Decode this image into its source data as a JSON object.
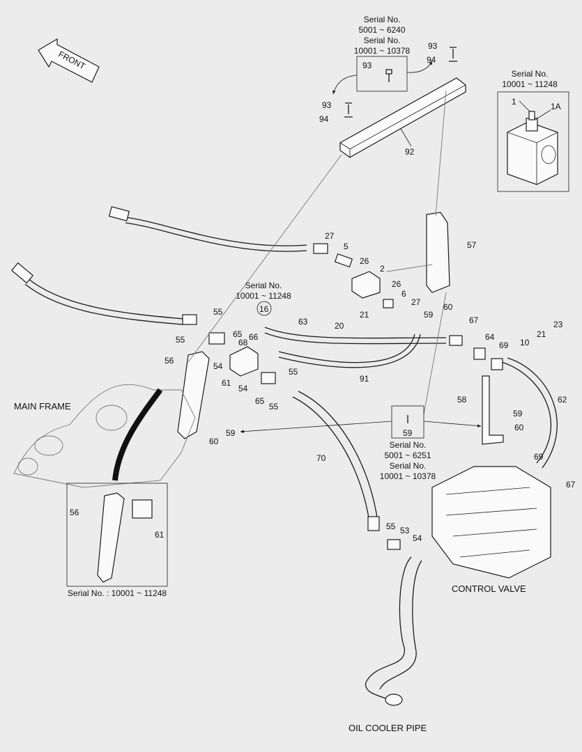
{
  "titles": {
    "front": "FRONT",
    "main_frame": "MAIN FRAME",
    "control_valve": "CONTROL VALVE",
    "oil_cooler_pipe": "OIL COOLER PIPE"
  },
  "serial_notes": {
    "top_a": "Serial No.",
    "top_b": "5001 ~ 6240",
    "top_c": "Serial No.",
    "top_d": "10001 ~ 10378",
    "right_a": "Serial No.",
    "right_b": "10001 ~ 11248",
    "mid_a": "Serial No.",
    "mid_b": "10001 ~ 11248",
    "low_a": "Serial No.",
    "low_b": "5001 ~ 6251",
    "low_c": "Serial No.",
    "low_d": "10001 ~ 10378",
    "inset": "Serial No. : 10001 ~ 11248"
  },
  "parts": [
    {
      "id": "p93a",
      "text": "93"
    },
    {
      "id": "p94a",
      "text": "94"
    },
    {
      "id": "p93b",
      "text": "93"
    },
    {
      "id": "p93c",
      "text": "93"
    },
    {
      "id": "p94b",
      "text": "94"
    },
    {
      "id": "p92",
      "text": "92"
    },
    {
      "id": "p1",
      "text": "1"
    },
    {
      "id": "p1A",
      "text": "1A"
    },
    {
      "id": "p27a",
      "text": "27"
    },
    {
      "id": "p5",
      "text": "5"
    },
    {
      "id": "p26a",
      "text": "26"
    },
    {
      "id": "p2",
      "text": "2"
    },
    {
      "id": "p57",
      "text": "57"
    },
    {
      "id": "p26b",
      "text": "26"
    },
    {
      "id": "p6",
      "text": "6"
    },
    {
      "id": "p27b",
      "text": "27"
    },
    {
      "id": "p21a",
      "text": "21"
    },
    {
      "id": "p20",
      "text": "20"
    },
    {
      "id": "p59a",
      "text": "59"
    },
    {
      "id": "p60a",
      "text": "60"
    },
    {
      "id": "p16",
      "text": "16"
    },
    {
      "id": "p63",
      "text": "63"
    },
    {
      "id": "p55a",
      "text": "55"
    },
    {
      "id": "p65a",
      "text": "65"
    },
    {
      "id": "p66",
      "text": "66"
    },
    {
      "id": "p68",
      "text": "68"
    },
    {
      "id": "p55b",
      "text": "55"
    },
    {
      "id": "p54a",
      "text": "54"
    },
    {
      "id": "p56",
      "text": "56"
    },
    {
      "id": "p61",
      "text": "61"
    },
    {
      "id": "p55c",
      "text": "55"
    },
    {
      "id": "p54b",
      "text": "54"
    },
    {
      "id": "p65b",
      "text": "65"
    },
    {
      "id": "p55d",
      "text": "55"
    },
    {
      "id": "p91",
      "text": "91"
    },
    {
      "id": "p67a",
      "text": "67"
    },
    {
      "id": "p64",
      "text": "64"
    },
    {
      "id": "p69a",
      "text": "69"
    },
    {
      "id": "p10",
      "text": "10"
    },
    {
      "id": "p21b",
      "text": "21"
    },
    {
      "id": "p23",
      "text": "23"
    },
    {
      "id": "p58",
      "text": "58"
    },
    {
      "id": "p59b",
      "text": "59"
    },
    {
      "id": "p60b",
      "text": "60"
    },
    {
      "id": "p62",
      "text": "62"
    },
    {
      "id": "p59c",
      "text": "59"
    },
    {
      "id": "p60c",
      "text": "60"
    },
    {
      "id": "p59d",
      "text": "59"
    },
    {
      "id": "p70",
      "text": "70"
    },
    {
      "id": "p69b",
      "text": "69"
    },
    {
      "id": "p67b",
      "text": "67"
    },
    {
      "id": "p55e",
      "text": "55"
    },
    {
      "id": "p53",
      "text": "53"
    },
    {
      "id": "p54c",
      "text": "54"
    },
    {
      "id": "p56i",
      "text": "56"
    },
    {
      "id": "p61i",
      "text": "61"
    }
  ]
}
